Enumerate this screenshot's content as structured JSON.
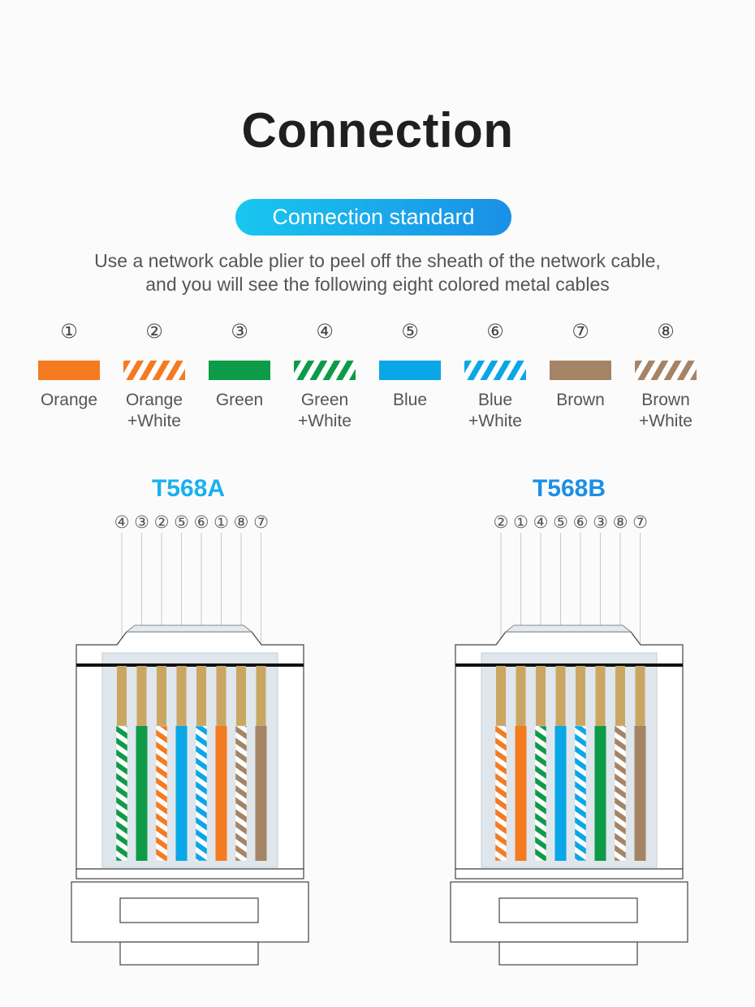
{
  "title": "Connection",
  "badge": "Connection standard",
  "description": {
    "line1": "Use a network cable plier to peel off the sheath of the network cable,",
    "line2": "and you will see the following eight colored metal cables"
  },
  "colors": {
    "orange": "#f47b20",
    "green": "#0e9b48",
    "blue": "#0aa7e6",
    "brown": "#a58466",
    "accent_start": "#18c7f0",
    "accent_end": "#1a8fe6"
  },
  "wires": [
    {
      "number": "①",
      "name": "Orange",
      "name2": "",
      "color": "orange",
      "striped": false
    },
    {
      "number": "②",
      "name": "Orange",
      "name2": "+White",
      "color": "orange",
      "striped": true
    },
    {
      "number": "③",
      "name": "Green",
      "name2": "",
      "color": "green",
      "striped": false
    },
    {
      "number": "④",
      "name": "Green",
      "name2": "+White",
      "color": "green",
      "striped": true
    },
    {
      "number": "⑤",
      "name": "Blue",
      "name2": "",
      "color": "blue",
      "striped": false
    },
    {
      "number": "⑥",
      "name": "Blue",
      "name2": "+White",
      "color": "blue",
      "striped": true
    },
    {
      "number": "⑦",
      "name": "Brown",
      "name2": "",
      "color": "brown",
      "striped": false
    },
    {
      "number": "⑧",
      "name": "Brown",
      "name2": "+White",
      "color": "brown",
      "striped": true
    }
  ],
  "standards": [
    {
      "name": "T568A",
      "order": [
        "④",
        "③",
        "②",
        "⑤",
        "⑥",
        "①",
        "⑧",
        "⑦"
      ]
    },
    {
      "name": "T568B",
      "order": [
        "②",
        "①",
        "④",
        "⑤",
        "⑥",
        "③",
        "⑧",
        "⑦"
      ]
    }
  ]
}
